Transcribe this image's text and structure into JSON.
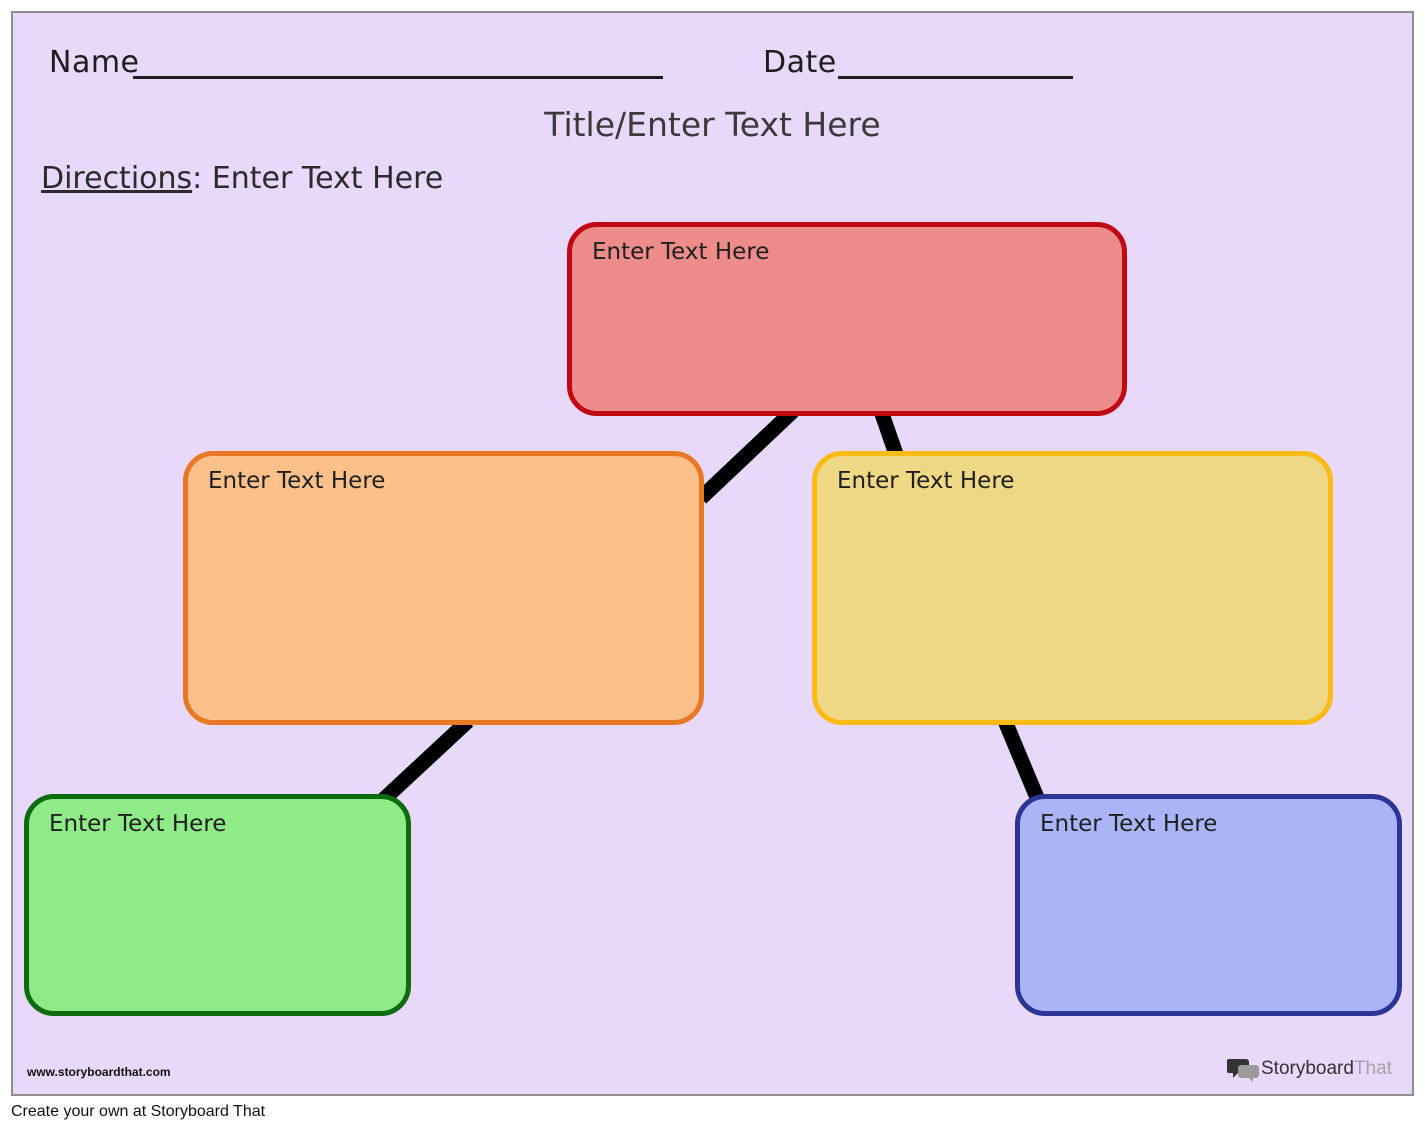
{
  "header": {
    "name_label": "Name",
    "date_label": "Date"
  },
  "title": "Title/Enter Text Here",
  "directions": {
    "label": "Directions",
    "colon": ":",
    "text": "Enter Text Here"
  },
  "boxes": {
    "top": {
      "text": "Enter Text Here",
      "fill": "#ee8c8b",
      "border": "#c00a13"
    },
    "left": {
      "text": "Enter Text Here",
      "fill": "#fcc08a",
      "border": "#e97824"
    },
    "right": {
      "text": "Enter Text Here",
      "fill": "#eed886",
      "border": "#fcba14"
    },
    "bottom_left": {
      "text": "Enter Text Here",
      "fill": "#8eeb87",
      "border": "#0d6c0d"
    },
    "bottom_right": {
      "text": "Enter Text Here",
      "fill": "#aab5f8",
      "border": "#2c3595"
    }
  },
  "watermark": {
    "site": "www.storyboardthat.com",
    "brand_part1": "Storyboard",
    "brand_part2": "That"
  },
  "footer": "Create your own at Storyboard That",
  "colors": {
    "background": "#e8d9fb",
    "connector": "#000000"
  }
}
